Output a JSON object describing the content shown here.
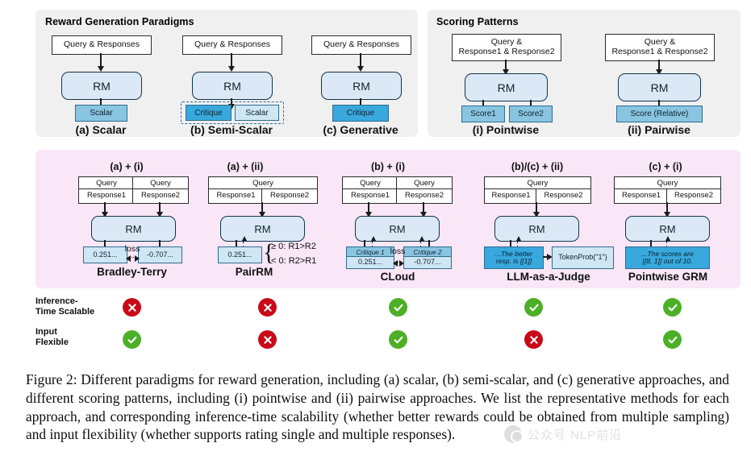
{
  "figure": {
    "caption": "Figure 2: Different paradigms for reward generation, including (a) scalar, (b) semi-scalar, and (c) generative approaches, and different scoring patterns, including (i) pointwise and (ii) pairwise approaches. We list the representative methods for each approach, and corresponding inference-time scalability (whether better rewards could be obtained from multiple sampling) and input flexibility (whether supports rating single and multiple responses).",
    "watermark": "公众号 NLP前沿"
  },
  "top_left_panel": {
    "title": "Reward Generation Paradigms",
    "columns": [
      {
        "input": "Query & Responses",
        "model": "RM",
        "outputs": [
          {
            "label": "Scalar",
            "tone": "mid"
          }
        ],
        "caption": "(a) Scalar",
        "dashed_group": false
      },
      {
        "input": "Query & Responses",
        "model": "RM",
        "outputs": [
          {
            "label": "Critique",
            "tone": "dark"
          },
          {
            "label": "Scalar",
            "tone": "light"
          }
        ],
        "caption": "(b) Semi-Scalar",
        "dashed_group": true
      },
      {
        "input": "Query & Responses",
        "model": "RM",
        "outputs": [
          {
            "label": "Critique",
            "tone": "dark"
          }
        ],
        "caption": "(c) Generative",
        "dashed_group": false
      }
    ]
  },
  "top_right_panel": {
    "title": "Scoring Patterns",
    "columns": [
      {
        "input_line1": "Query &",
        "input_line2": "Response1 & Response2",
        "model": "RM",
        "outputs": [
          "Score1",
          "Score2"
        ],
        "caption": "(i) Pointwise"
      },
      {
        "input_line1": "Query &",
        "input_line2": "Response1 & Response2",
        "model": "RM",
        "outputs": [
          "Score (Relative)"
        ],
        "caption": "(ii) Pairwise"
      }
    ]
  },
  "methods_panel": {
    "methods": [
      {
        "combo": "(a) + (i)",
        "name": "Bradley-Terry",
        "inputs": [
          {
            "top": "Query",
            "bottom": "Response1"
          },
          {
            "top": "Query",
            "bottom": "Response2"
          }
        ],
        "model": "RM",
        "outputs": [
          {
            "value": "0.251..."
          },
          {
            "value": "-0.707..."
          }
        ],
        "loss_label": "loss"
      },
      {
        "combo": "(a) + (ii)",
        "name": "PairRM",
        "inputs": [
          {
            "top": "Query",
            "bottom_left": "Response1",
            "bottom_right": "Response2"
          }
        ],
        "model": "RM",
        "outputs": [
          {
            "value": "0.251..."
          }
        ],
        "conditions": [
          "≥ 0: R1>R2",
          "< 0: R2>R1"
        ]
      },
      {
        "combo": "(b) + (i)",
        "name": "CLoud",
        "inputs": [
          {
            "top": "Query",
            "bottom": "Response1"
          },
          {
            "top": "Query",
            "bottom": "Response2"
          }
        ],
        "model": "RM",
        "outputs": [
          {
            "critique": "Critique 1",
            "value": "0.251..."
          },
          {
            "critique": "Critique 2",
            "value": "-0.707..."
          }
        ],
        "loss_label": "loss"
      },
      {
        "combo": "(b)/(c) + (ii)",
        "name": "LLM-as-a-Judge",
        "inputs": [
          {
            "top": "Query",
            "bottom_left": "Response1",
            "bottom_right": "Response2"
          }
        ],
        "model": "RM",
        "outputs": [
          {
            "text_line1": "...The better",
            "text_line2": "resp. is [[1]]"
          },
          {
            "text_line1": "TokenProb(\"1\")"
          }
        ]
      },
      {
        "combo": "(c) + (i)",
        "name": "Pointwise GRM",
        "inputs": [
          {
            "top": "Query",
            "bottom_left": "Response1",
            "bottom_right": "Response2"
          }
        ],
        "model": "RM",
        "outputs": [
          {
            "text_line1": "...The scores are",
            "text_line2": "[[8, 1]] out of 10."
          }
        ]
      }
    ]
  },
  "property_rows": [
    {
      "label_line1": "Inference-",
      "label_line2": "Time Scalable",
      "values": [
        "no",
        "no",
        "yes",
        "yes",
        "yes"
      ]
    },
    {
      "label_line1": "Input",
      "label_line2": "Flexible",
      "values": [
        "yes",
        "no",
        "yes",
        "no",
        "yes"
      ]
    }
  ],
  "colors": {
    "panel_gray": "#f0f0f0",
    "panel_pink": "#f9e6f6",
    "rm_fill": "#dbe9f7",
    "box_light": "#cfe6f5",
    "box_mid": "#89c4e1",
    "box_dark": "#38a8dd",
    "yes": "#4caf28",
    "no": "#c80a18"
  }
}
